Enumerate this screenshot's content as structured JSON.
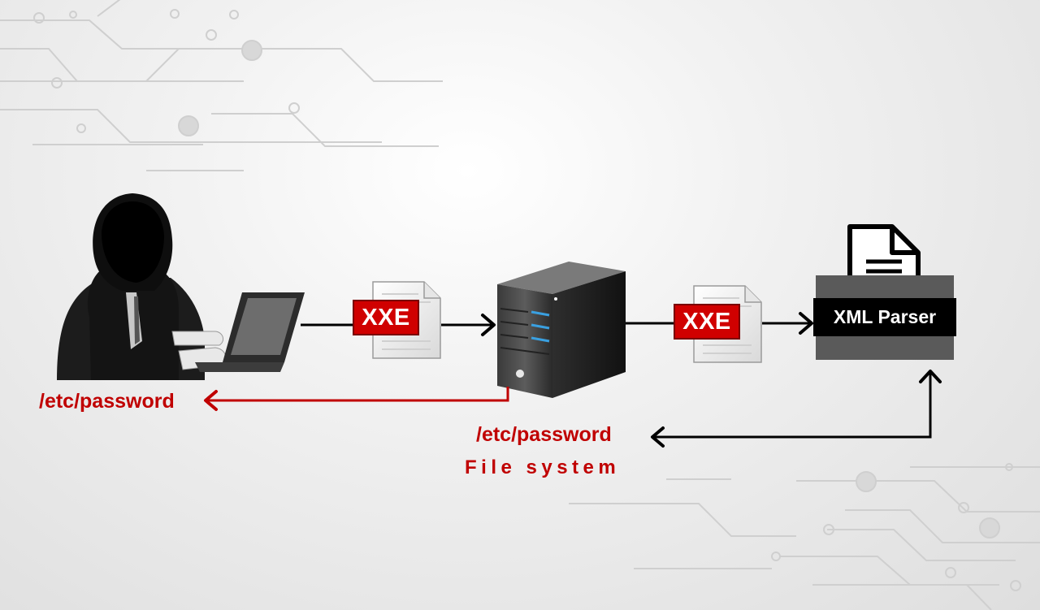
{
  "labels": {
    "attacker_output": "/etc/password",
    "server_file": "/etc/password",
    "file_system": "File system",
    "xxe_payload_1": "XXE",
    "xxe_payload_2": "XXE",
    "parser": "XML Parser"
  },
  "colors": {
    "accent_red": "#c00000",
    "badge_red": "#d00000",
    "arrow_black": "#000000",
    "parser_gray": "#5a5a5a"
  },
  "icons": [
    "hooded-hacker-icon",
    "laptop-icon",
    "document-icon",
    "server-icon",
    "file-icon",
    "circuit-pattern"
  ]
}
